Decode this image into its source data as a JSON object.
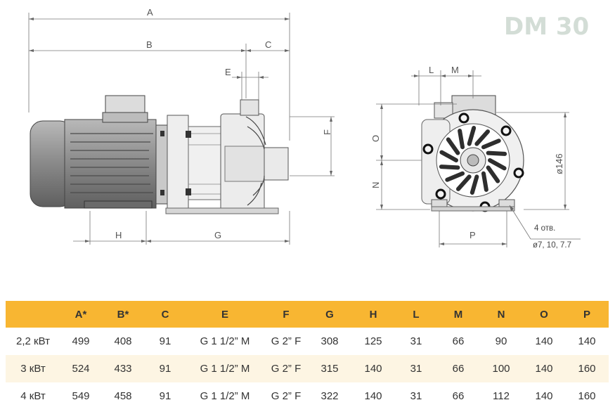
{
  "title": "DM 30",
  "dimensions": {
    "A": "A",
    "B": "B",
    "C": "C",
    "E": "E",
    "F": "F",
    "G": "G",
    "H": "H",
    "L": "L",
    "M": "M",
    "N": "N",
    "O": "O",
    "P": "P",
    "diameter": "ø146"
  },
  "note": {
    "line1": "4 отв.",
    "line2": "ø7, 10, 7.7"
  },
  "table": {
    "headers": [
      "",
      "A*",
      "B*",
      "C",
      "E",
      "F",
      "G",
      "H",
      "L",
      "M",
      "N",
      "O",
      "P"
    ],
    "rows": [
      [
        "2,2 кВт",
        "499",
        "408",
        "91",
        "G 1 1/2” M",
        "G 2” F",
        "308",
        "125",
        "31",
        "66",
        "90",
        "140",
        "140"
      ],
      [
        "3 кВт",
        "524",
        "433",
        "91",
        "G 1 1/2” M",
        "G 2” F",
        "315",
        "140",
        "31",
        "66",
        "100",
        "140",
        "160"
      ],
      [
        "4 кВт",
        "549",
        "458",
        "91",
        "G 1 1/2” M",
        "G 2” F",
        "322",
        "140",
        "31",
        "66",
        "112",
        "140",
        "160"
      ]
    ]
  },
  "colors": {
    "header": "#f8b632",
    "row_alt": "#fdf5e3",
    "title": "#d3ddd6",
    "pump_body": "#e9e9e9",
    "motor_gray": "#8e8e8e"
  }
}
